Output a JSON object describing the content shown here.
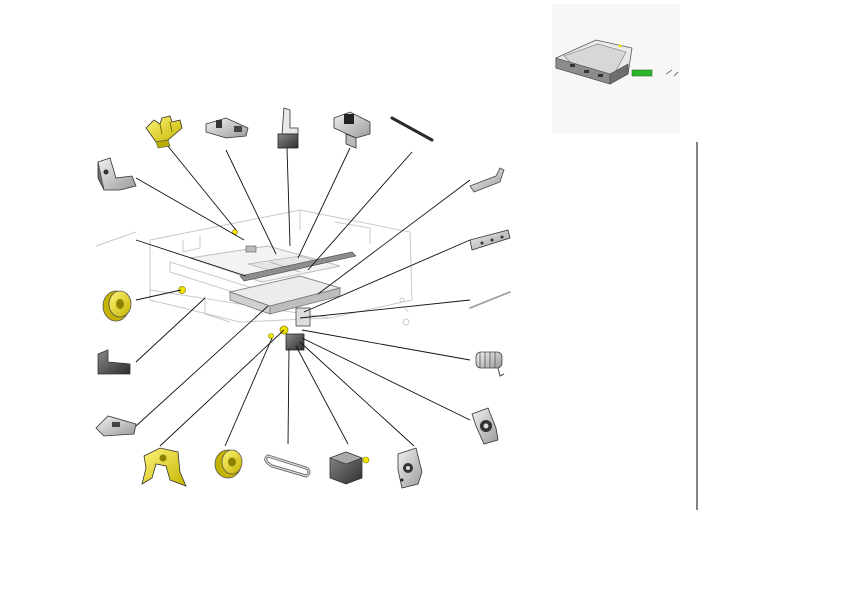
{
  "colors": {
    "highlight_part": "#f2e600",
    "highlight_shadow": "#b8ad00",
    "metal_part": "#d9d9d9",
    "dark_part": "#555555",
    "leader_line": "#111111",
    "ghost_outline": "#c9c9c9",
    "thumbnail_accent": "#2db52d",
    "thumbnail_background": "#f4f4f4",
    "divider": "#333333"
  },
  "parts": [
    {
      "id": "bracket-left-top",
      "icon": "l-bracket-icon"
    },
    {
      "id": "yellow-comb-clip",
      "icon": "comb-clip-icon"
    },
    {
      "id": "latch-bracket",
      "icon": "latch-bracket-icon"
    },
    {
      "id": "vertical-post-bracket",
      "icon": "post-bracket-icon"
    },
    {
      "id": "mount-bracket",
      "icon": "mount-bracket-icon"
    },
    {
      "id": "rod",
      "icon": "rod-icon"
    },
    {
      "id": "hook-lever",
      "icon": "hook-lever-icon"
    },
    {
      "id": "rail-bracket",
      "icon": "rail-bracket-icon"
    },
    {
      "id": "pin-left",
      "icon": "pin-icon"
    },
    {
      "id": "pin-right",
      "icon": "pin-icon"
    },
    {
      "id": "spool-left",
      "icon": "spool-icon"
    },
    {
      "id": "spring",
      "icon": "spring-icon"
    },
    {
      "id": "shield-plate",
      "icon": "plate-icon"
    },
    {
      "id": "gear-bracket",
      "icon": "gear-bracket-icon"
    },
    {
      "id": "flat-clip",
      "icon": "flat-clip-icon"
    },
    {
      "id": "u-clamp",
      "icon": "u-clamp-icon"
    },
    {
      "id": "pulley",
      "icon": "pulley-icon"
    },
    {
      "id": "drive-belt",
      "icon": "belt-icon"
    },
    {
      "id": "motor",
      "icon": "motor-icon"
    },
    {
      "id": "motor-plate",
      "icon": "motor-plate-icon"
    }
  ],
  "thumbnail": {
    "icon": "device-thumbnail-icon"
  }
}
